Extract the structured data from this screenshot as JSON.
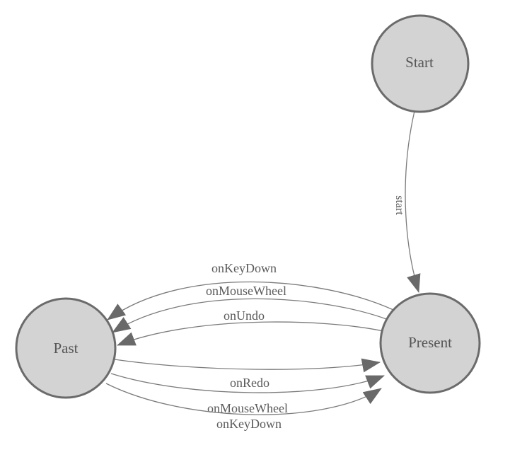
{
  "diagram": {
    "type": "finite-state-machine",
    "colors": {
      "background": "#ffffff",
      "node_fill": "#d3d3d3",
      "node_border": "#6b6b6b",
      "edge_line": "#7b7b7b",
      "arrow_fill": "#696969",
      "label_text": "#565656"
    },
    "nodes": [
      {
        "id": "start",
        "label": "Start"
      },
      {
        "id": "past",
        "label": "Past"
      },
      {
        "id": "present",
        "label": "Present"
      }
    ],
    "edges": [
      {
        "id": "start-to-present",
        "from": "Start",
        "to": "Present",
        "label": "start"
      },
      {
        "id": "present-to-past-keydown",
        "from": "Present",
        "to": "Past",
        "label": "onKeyDown"
      },
      {
        "id": "present-to-past-mousewheel",
        "from": "Present",
        "to": "Past",
        "label": "onMouseWheel"
      },
      {
        "id": "present-to-past-undo",
        "from": "Present",
        "to": "Past",
        "label": "onUndo"
      },
      {
        "id": "past-to-present-redo",
        "from": "Past",
        "to": "Present",
        "label": "onRedo"
      },
      {
        "id": "past-to-present-mousewheel",
        "from": "Past",
        "to": "Present",
        "label": "onMouseWheel"
      },
      {
        "id": "past-to-present-keydown",
        "from": "Past",
        "to": "Present",
        "label": "onKeyDown"
      }
    ]
  }
}
